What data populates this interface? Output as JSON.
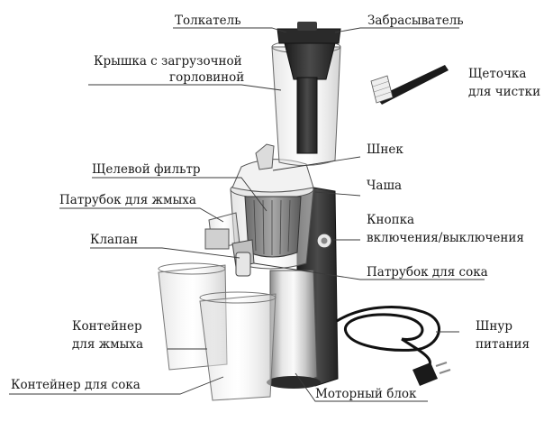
{
  "labels": {
    "pusher": "Толкатель",
    "scraper": "Забрасыватель",
    "lid_line1": "Крышка с загрузочной",
    "lid_line2": "горловиной",
    "brush_line1": "Щеточка",
    "brush_line2": "для чистки",
    "auger": "Шнек",
    "slot_filter": "Щелевой фильтр",
    "bowl": "Чаша",
    "pulp_spout": "Патрубок для жмыха",
    "switch_line1": "Кнопка",
    "switch_line2": "включения/выключения",
    "valve": "Клапан",
    "juice_spout": "Патрубок для сока",
    "pulp_container_line1": "Контейнер",
    "pulp_container_line2": "для жмыха",
    "cord_line1": "Шнур",
    "cord_line2": "питания",
    "juice_container": "Контейнер для сока",
    "motor_block": "Моторный блок"
  }
}
